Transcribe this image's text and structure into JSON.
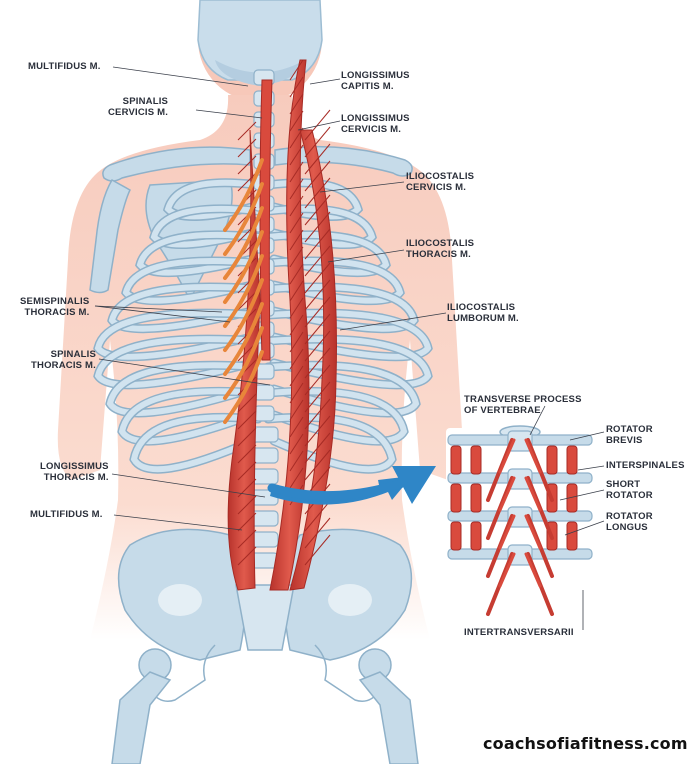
{
  "labels": {
    "multifidus_top": "MULTIFIDUS M.",
    "spinalis_cervicis": [
      "SPINALIS",
      "CERVICIS M."
    ],
    "semispinalis_thoracis": [
      "SEMISPINALIS",
      "THORACIS M."
    ],
    "spinalis_thoracis": [
      "SPINALIS",
      "THORACIS  M."
    ],
    "longissimus_thoracis": [
      "LONGISSIMUS",
      "THORACIS M."
    ],
    "multifidus_bottom": "MULTIFIDUS M.",
    "longissimus_capitis": [
      "LONGISSIMUS",
      "CAPITIS M."
    ],
    "longissimus_cervicis": [
      "LONGISSIMUS",
      "CERVICIS M."
    ],
    "iliocostalis_cervicis": [
      "ILIOCOSTALIS",
      "CERVICIS M."
    ],
    "iliocostalis_thoracis": [
      "ILIOCOSTALIS",
      "THORACIS M."
    ],
    "iliocostalis_lumborum": [
      "ILIOCOSTALIS",
      "LUMBORUM M."
    ]
  },
  "inset_labels": {
    "transverse_process": [
      "TRANSVERSE PROCESS",
      "OF VERTEBRAE"
    ],
    "rotator_brevis": [
      "ROTATOR",
      "BREVIS"
    ],
    "interspinales": "INTERSPINALES",
    "short_rotator": [
      "SHORT",
      "ROTATOR"
    ],
    "rotator_longus": [
      "ROTATOR",
      "LONGUS"
    ],
    "intertransversarii": "INTERTRANSVERSARII"
  },
  "watermark": "coachsofiafitness.com",
  "colors": {
    "skin": "#f9d6c8",
    "bone": "#c6dbe9",
    "bone_dark": "#8fb1c9",
    "muscle": "#d94a3d",
    "muscle_dark": "#a72b25",
    "muscle_orange": "#e8863a",
    "arrow": "#2f86c7",
    "leader": "#3a3f4a",
    "text": "#2a2f3a"
  }
}
